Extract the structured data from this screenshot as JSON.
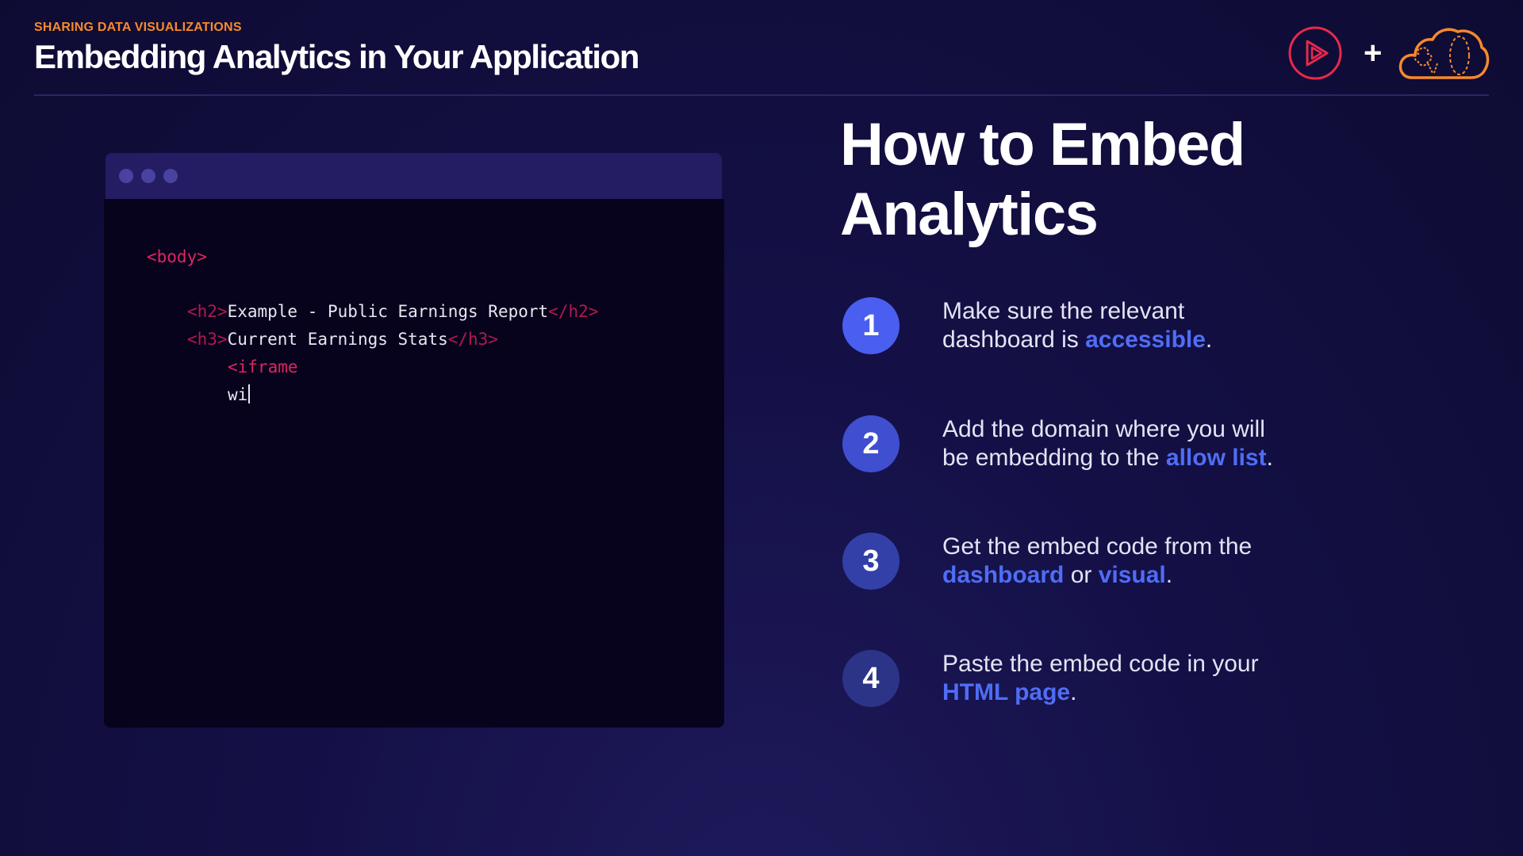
{
  "header": {
    "kicker": "SHARING DATA VISUALIZATIONS",
    "title": "Embedding Analytics in Your Application",
    "plus": "+"
  },
  "code": {
    "line1": {
      "open": "<body>"
    },
    "line2": {
      "open": "<h2>",
      "text": "Example - Public Earnings Report",
      "close": "</h2>"
    },
    "line3": {
      "open": "<h3>",
      "text": "Current Earnings Stats",
      "close": "</h3>"
    },
    "line4": {
      "open": "<iframe"
    },
    "line5": {
      "text": "wi"
    }
  },
  "section": {
    "title_line1": "How to Embed",
    "title_line2": "Analytics"
  },
  "steps": [
    {
      "number": "1",
      "color": "#4a5ef0",
      "line1": "Make sure the relevant",
      "line2_pre": "dashboard is ",
      "line2_hl": "accessible",
      "line2_post": "."
    },
    {
      "number": "2",
      "color": "#3f4fcf",
      "line1": "Add the domain where you will",
      "line2_pre": "be embedding to the ",
      "line2_hl": "allow list",
      "line2_post": "."
    },
    {
      "number": "3",
      "color": "#3340a8",
      "line1": "Get the embed code from the",
      "line2_hl": "dashboard",
      "line2_mid": " or ",
      "line2_hl2": "visual",
      "line2_post": "."
    },
    {
      "number": "4",
      "color": "#2c3488",
      "line1": "Paste the embed code in your",
      "line2_hl": "HTML page",
      "line2_post": "."
    }
  ],
  "colors": {
    "accent_orange": "#f58a2c",
    "highlight_blue": "#4f6df5",
    "code_tag": "#e0245e",
    "logo_red": "#e8294a"
  },
  "icons": {
    "play_logo": "play-logo-icon",
    "cloud_logo": "cloud-logo-icon"
  }
}
